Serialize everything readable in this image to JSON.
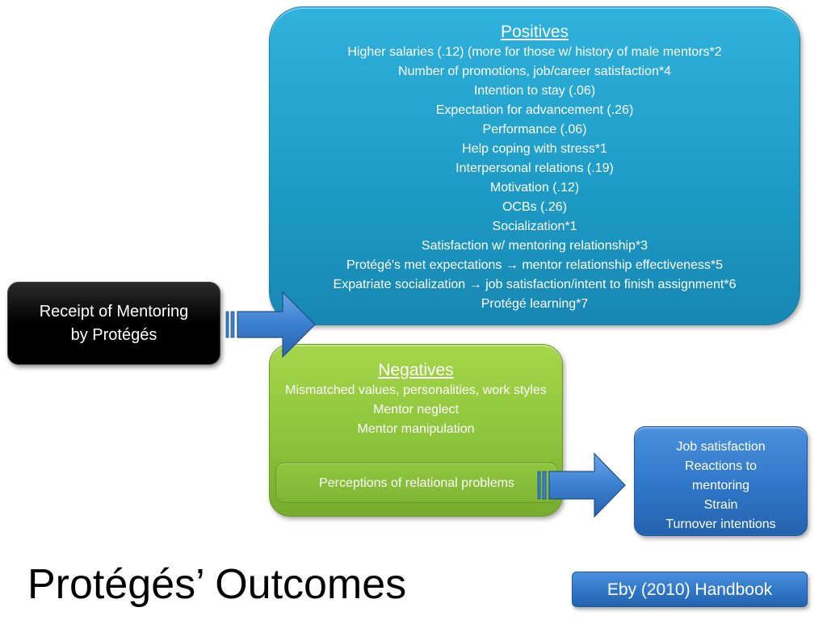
{
  "title": "Protégés’ Outcomes",
  "citation": "Eby (2010) Handbook",
  "receipt": {
    "line1": "Receipt of Mentoring",
    "line2": "by Protégés"
  },
  "positives": {
    "heading": "Positives",
    "items": [
      "Higher salaries (.12) (more for those w/ history of male mentors*2",
      "Number of promotions, job/career satisfaction*4",
      "Intention to stay (.06)",
      "Expectation for advancement (.26)",
      "Performance (.06)",
      "Help coping with stress*1",
      "Interpersonal relations (.19)",
      "Motivation (.12)",
      "OCBs (.26)",
      "Socialization*1",
      "Satisfaction w/ mentoring relationship*3",
      "Protégé's met expectations → mentor relationship effectiveness*5",
      "Expatriate socialization → job satisfaction/intent to finish assignment*6",
      "Protégé learning*7"
    ]
  },
  "negatives": {
    "heading": "Negatives",
    "items": [
      "Mismatched values, personalities, work styles",
      "Mentor neglect",
      "Mentor manipulation"
    ],
    "relational": "Perceptions of relational problems"
  },
  "outcomes": {
    "items": [
      "Job satisfaction",
      "Reactions to mentoring",
      "Strain",
      "Turnover intentions"
    ]
  },
  "colors": {
    "positives": "#1d9cc7",
    "negatives": "#8cc43b",
    "receipt": "#000000",
    "outcomes": "#2f76c8",
    "arrow": "#3b7fd0"
  }
}
